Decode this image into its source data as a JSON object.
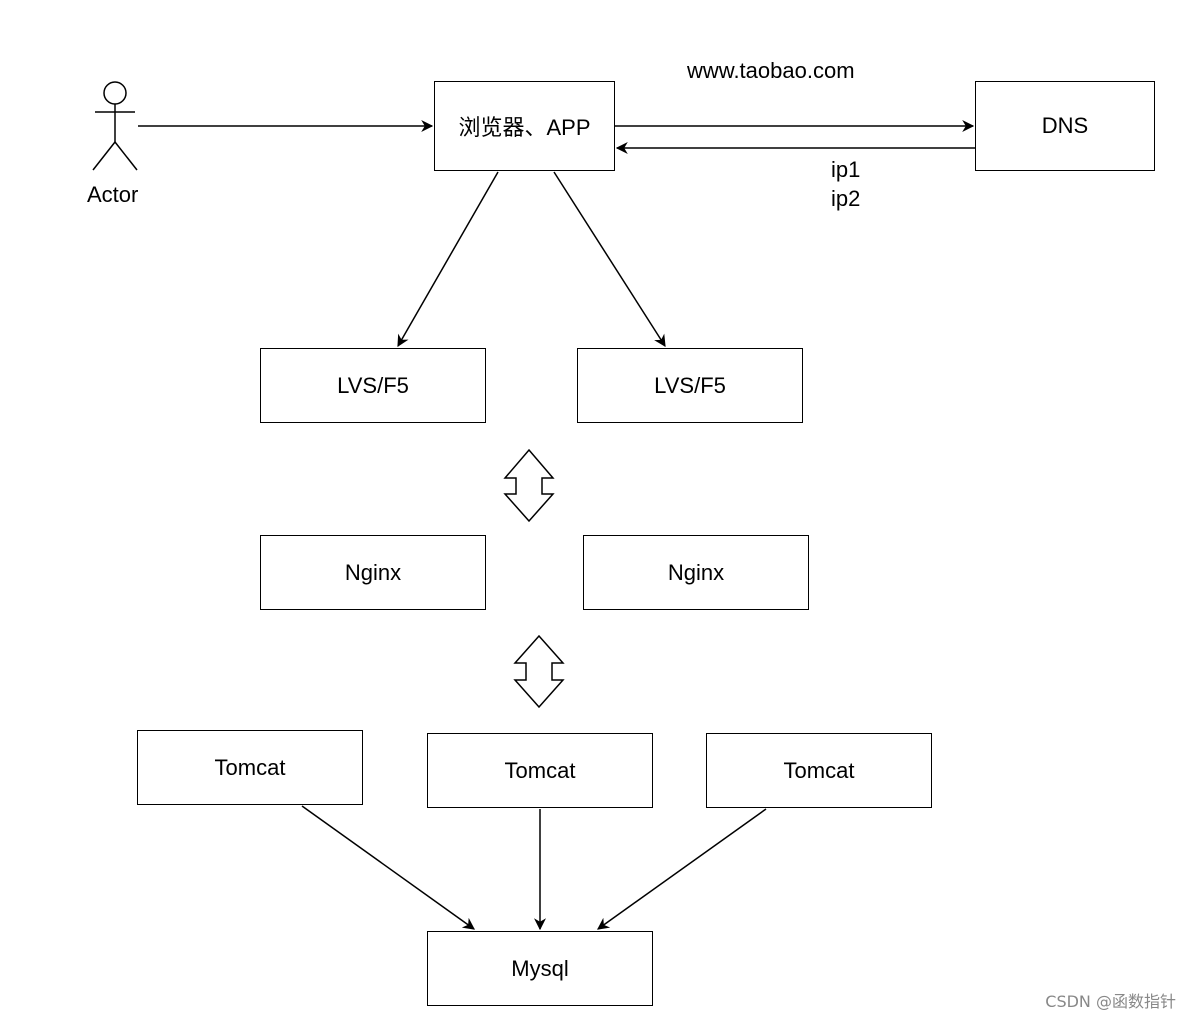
{
  "actor": {
    "label": "Actor"
  },
  "nodes": {
    "browser": "浏览器、APP",
    "dns": "DNS",
    "lvs_left": "LVS/F5",
    "lvs_right": "LVS/F5",
    "nginx_left": "Nginx",
    "nginx_right": "Nginx",
    "tomcat_left": "Tomcat",
    "tomcat_middle": "Tomcat",
    "tomcat_right": "Tomcat",
    "mysql": "Mysql"
  },
  "edge_labels": {
    "domain": "www.taobao.com",
    "ip1": "ip1",
    "ip2": "ip2"
  },
  "watermark": "CSDN @函数指针"
}
